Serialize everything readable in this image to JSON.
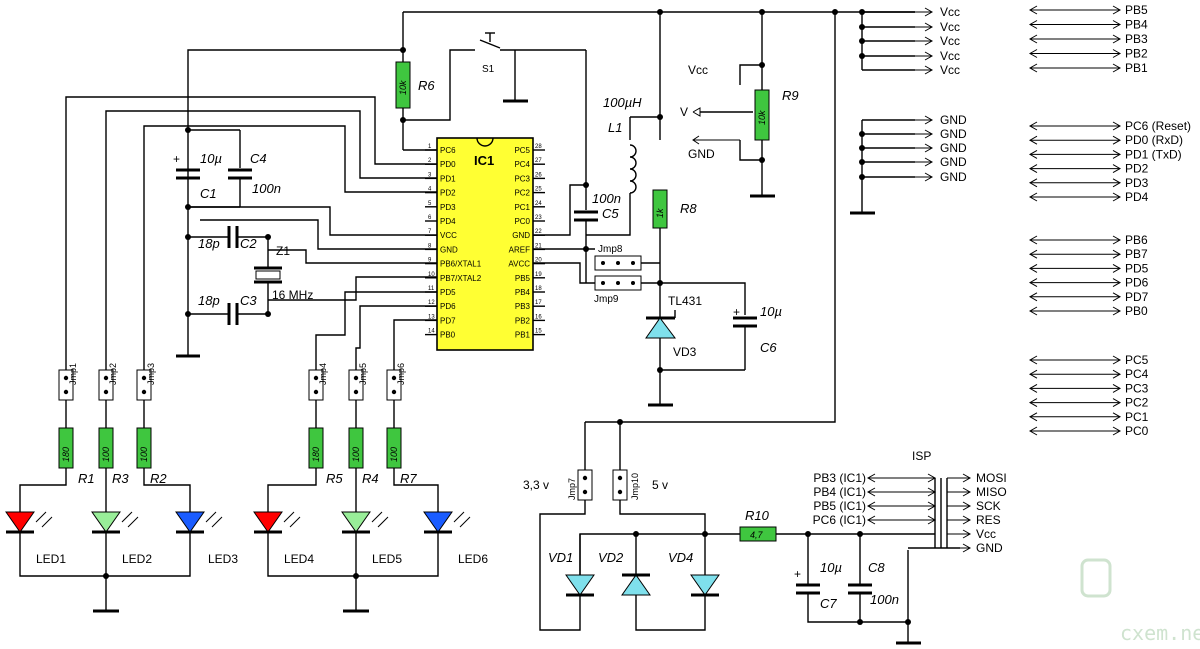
{
  "ic": {
    "name": "IC1",
    "left_pins": [
      {
        "num": "1",
        "label": "PC6"
      },
      {
        "num": "2",
        "label": "PD0"
      },
      {
        "num": "3",
        "label": "PD1"
      },
      {
        "num": "4",
        "label": "PD2"
      },
      {
        "num": "5",
        "label": "PD3"
      },
      {
        "num": "6",
        "label": "PD4"
      },
      {
        "num": "7",
        "label": "VCC"
      },
      {
        "num": "8",
        "label": "GND"
      },
      {
        "num": "9",
        "label": "PB6/XTAL1"
      },
      {
        "num": "10",
        "label": "PB7/XTAL2"
      },
      {
        "num": "11",
        "label": "PD5"
      },
      {
        "num": "12",
        "label": "PD6"
      },
      {
        "num": "13",
        "label": "PD7"
      },
      {
        "num": "14",
        "label": "PB0"
      }
    ],
    "right_pins": [
      {
        "num": "28",
        "label": "PC5"
      },
      {
        "num": "27",
        "label": "PC4"
      },
      {
        "num": "26",
        "label": "PC3"
      },
      {
        "num": "25",
        "label": "PC2"
      },
      {
        "num": "24",
        "label": "PC1"
      },
      {
        "num": "23",
        "label": "PC0"
      },
      {
        "num": "22",
        "label": "GND"
      },
      {
        "num": "21",
        "label": "AREF"
      },
      {
        "num": "20",
        "label": "AVCC"
      },
      {
        "num": "19",
        "label": "PB5"
      },
      {
        "num": "18",
        "label": "PB4"
      },
      {
        "num": "17",
        "label": "PB3"
      },
      {
        "num": "16",
        "label": "PB2"
      },
      {
        "num": "15",
        "label": "PB1"
      }
    ]
  },
  "resistors": [
    {
      "id": "R6",
      "value": "10k"
    },
    {
      "id": "R9",
      "value": "10k"
    },
    {
      "id": "R8",
      "value": "1k"
    },
    {
      "id": "R1",
      "value": "180"
    },
    {
      "id": "R3",
      "value": "100"
    },
    {
      "id": "R2",
      "value": "100"
    },
    {
      "id": "R5",
      "value": "180"
    },
    {
      "id": "R4",
      "value": "100"
    },
    {
      "id": "R7",
      "value": "100"
    },
    {
      "id": "R10",
      "value": "4,7"
    }
  ],
  "capacitors": {
    "c1_value": "10µ",
    "c1_id": "C1",
    "c4_id": "C4",
    "c4_value": "100n",
    "c2_value": "18p",
    "c2_id": "C2",
    "c3_value": "18p",
    "c3_id": "C3",
    "c5_value": "100n",
    "c5_id": "C5",
    "c6_value": "10µ",
    "c6_id": "C6",
    "c7_value": "10µ",
    "c7_id": "C7",
    "c8_id": "C8",
    "c8_value": "100n"
  },
  "other": {
    "s1": "S1",
    "z1": "Z1",
    "crystal": "16 MHz",
    "l1": "L1",
    "l1_value": "100µH",
    "tl431": "TL431",
    "vd3": "VD3",
    "vd1": "VD1",
    "vd2": "VD2",
    "vd4": "VD4",
    "v33": "3,3 v",
    "v5": "5 v",
    "isp": "ISP",
    "plus": "+"
  },
  "jumpers": [
    "Jmp1",
    "Jmp2",
    "Jmp3",
    "Jmp4",
    "Jmp5",
    "Jmp6",
    "Jmp7",
    "Jmp10",
    "Jmp8",
    "Jmp9"
  ],
  "leds": [
    {
      "id": "LED1",
      "color": "#ff0000"
    },
    {
      "id": "LED2",
      "color": "#99ee99"
    },
    {
      "id": "LED3",
      "color": "#1a5cff"
    },
    {
      "id": "LED4",
      "color": "#ff0000"
    },
    {
      "id": "LED5",
      "color": "#99ee99"
    },
    {
      "id": "LED6",
      "color": "#1a5cff"
    }
  ],
  "pot_labels": {
    "vcc": "Vcc",
    "v": "V",
    "gnd": "GND"
  },
  "vcc_bus": [
    "PB5",
    "PB4",
    "PB3",
    "PB2",
    "PB1"
  ],
  "vcc_label": "Vcc",
  "gnd_label": "GND",
  "connector_pc": [
    "PC6 (Reset)",
    "PD0 (RxD)",
    "PD1 (TxD)",
    "PD2",
    "PD3",
    "PD4"
  ],
  "connector_pb": [
    "PB6",
    "PB7",
    "PD5",
    "PD6",
    "PD7",
    "PB0"
  ],
  "connector_pc2": [
    "PC5",
    "PC4",
    "PC3",
    "PC2",
    "PC1",
    "PC0"
  ],
  "isp": {
    "left": [
      "PB3 (IC1)",
      "PB4 (IC1)",
      "PB5 (IC1)",
      "PC6 (IC1)"
    ],
    "right": [
      "MOSI",
      "MISO",
      "SCK",
      "RES",
      "Vcc",
      "GND"
    ]
  },
  "watermark": "cxem.net"
}
